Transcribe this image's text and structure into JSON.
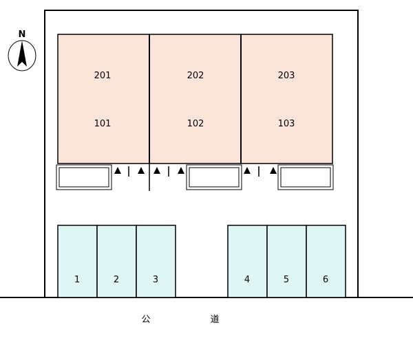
{
  "compass": {
    "label": "N",
    "icon": "north-arrow-icon"
  },
  "colors": {
    "unit_fill": "#fbe4da",
    "parking_fill": "#dff6f4",
    "outline": "#000000",
    "background": "#ffffff"
  },
  "units": [
    {
      "upper": "201",
      "lower": "101"
    },
    {
      "upper": "202",
      "lower": "102"
    },
    {
      "upper": "203",
      "lower": "103"
    }
  ],
  "parking": {
    "left": [
      "1",
      "2",
      "3"
    ],
    "right": [
      "4",
      "5",
      "6"
    ]
  },
  "road": {
    "label_left": "公",
    "label_right": "道"
  }
}
